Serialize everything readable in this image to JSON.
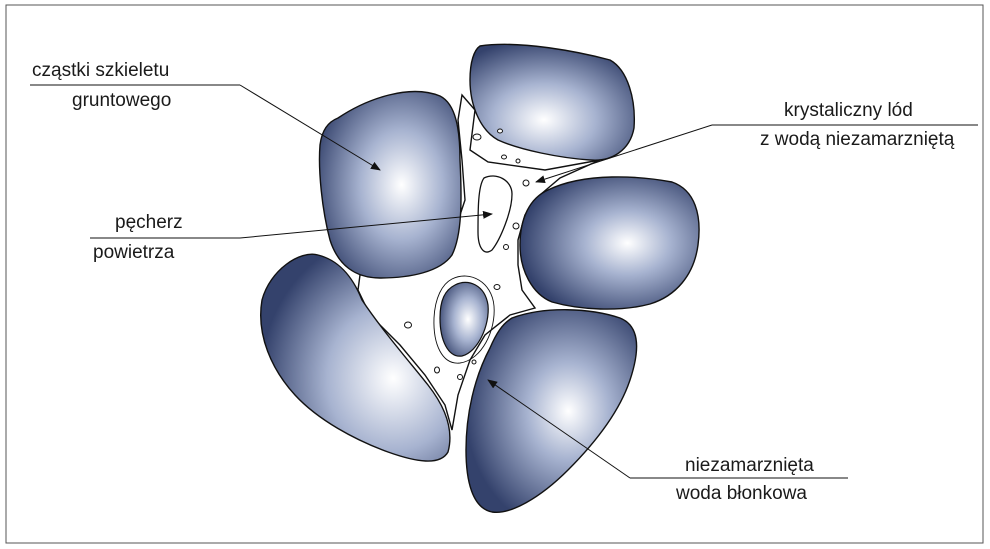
{
  "labels": {
    "soil_particles": {
      "line1": "cząstki szkieletu",
      "line2": "gruntowego"
    },
    "crystalline_ice": {
      "line1": "krystaliczny lód",
      "line2": "z wodą niezamarzniętą"
    },
    "air_bubble": {
      "line1": "pęcherz",
      "line2": "powietrza"
    },
    "film_water": {
      "line1": "niezamarznięta",
      "line2": "woda błonkowa"
    }
  },
  "colors": {
    "particle_light": "#ffffff",
    "particle_mid": "#9aa8c8",
    "particle_dark": "#2f3f6a",
    "outline": "#111111",
    "border": "#555555"
  }
}
